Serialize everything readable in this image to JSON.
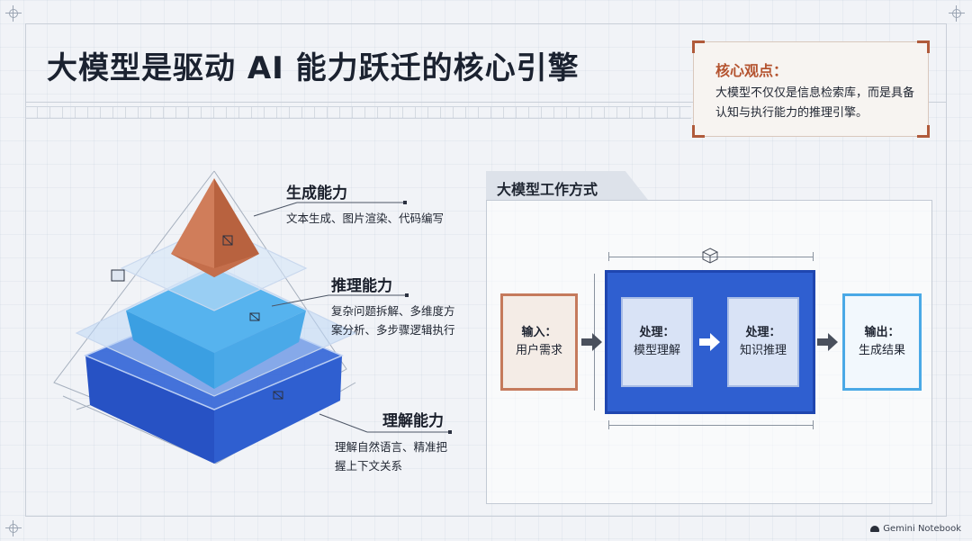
{
  "title": "大模型是驱动 AI 能力跃迁的核心引擎",
  "core_view": {
    "heading": "核心观点：",
    "text": "大模型不仅仅是信息检索库，而是具备认知与执行能力的推理引擎。"
  },
  "pyramid": {
    "levels": [
      {
        "name": "生成能力",
        "desc": "文本生成、图片渲染、代码编写",
        "color": "#c9714f"
      },
      {
        "name": "推理能力",
        "desc_lines": [
          "复杂问题拆解、多维度方",
          "案分析、多步骤逻辑执行"
        ],
        "color": "#3fa0e4"
      },
      {
        "name": "理解能力",
        "desc_lines": [
          "理解自然语言、精准把",
          "握上下文关系"
        ],
        "color": "#2f5fd0"
      }
    ]
  },
  "workflow": {
    "tab_title": "大模型工作方式",
    "nodes": [
      {
        "label": "输入：",
        "sub": "用户需求"
      },
      {
        "label": "处理：",
        "sub": "模型理解"
      },
      {
        "label": "处理：",
        "sub": "知识推理"
      },
      {
        "label": "输出：",
        "sub": "生成结果"
      }
    ]
  },
  "brand": "Gemini Notebook"
}
